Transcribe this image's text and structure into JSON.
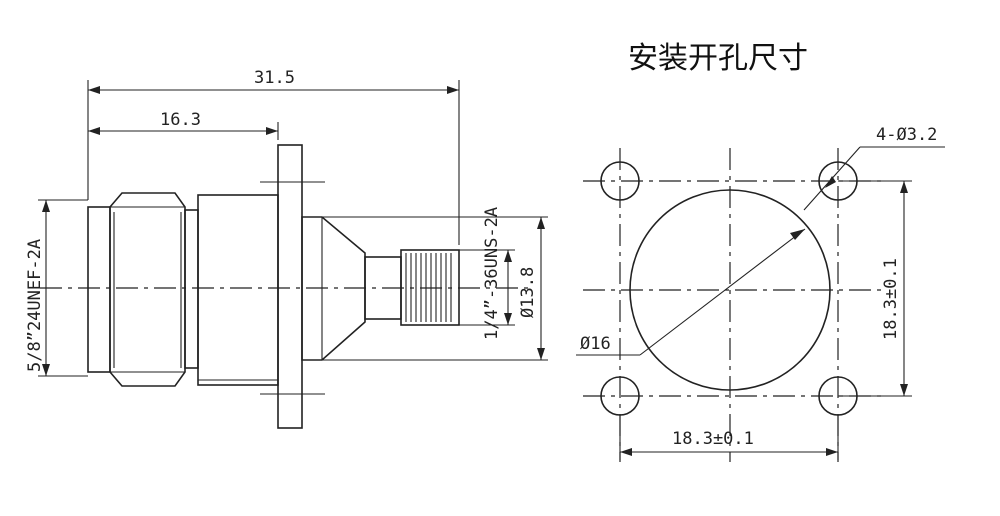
{
  "title": "安装开孔尺寸",
  "dimensions": {
    "overall_length": "31.5",
    "body_length": "16.3",
    "thread_n": "5/8”24UNEF-2A",
    "thread_sma": "1/4”-36UNS-2A",
    "flange_dia": "Ø13.8",
    "holes": "4-Ø3.2",
    "center_hole": "Ø16",
    "spacing_v": "18.3±0.1",
    "spacing_h": "18.3±0.1"
  }
}
